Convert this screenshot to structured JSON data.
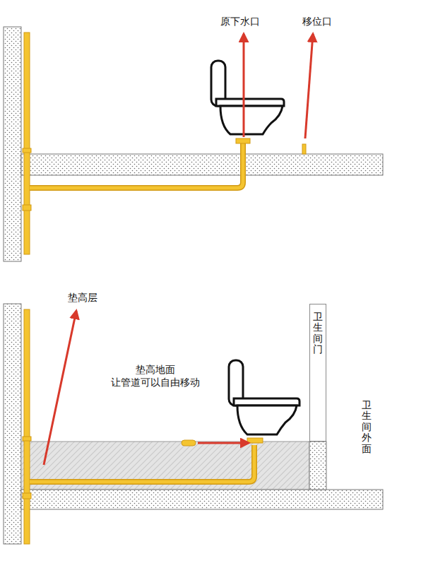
{
  "diagram": {
    "nodes": [
      {
        "text": [
          "卫生间门"
        ]
      }
    ],
    "labels": [
      "原下水口",
      "移位口",
      "垫高层",
      "垫高地面 让管道可以自由移动",
      "卫生间外面"
    ]
  }
}
